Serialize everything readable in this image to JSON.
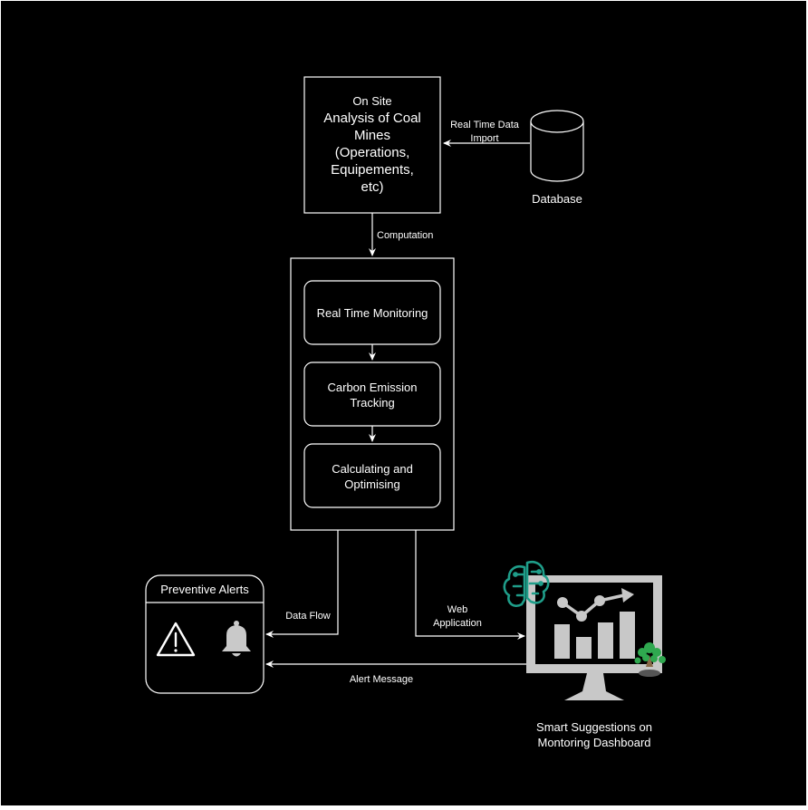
{
  "analysis_box": {
    "line1": "On Site",
    "line2": "Analysis of Coal",
    "line3": "Mines",
    "line4": "(Operations,",
    "line5": "Equipements,",
    "line6": "etc)"
  },
  "database": {
    "label": "Database"
  },
  "edges": {
    "realtime_import_line1": "Real Time Data",
    "realtime_import_line2": "Import",
    "computation": "Computation",
    "data_flow": "Data Flow",
    "web_app_line1": "Web",
    "web_app_line2": "Application",
    "alert_message": "Alert Message"
  },
  "processing": {
    "step1": "Real Time Monitoring",
    "step2_line1": "Carbon Emission",
    "step2_line2": "Tracking",
    "step3_line1": "Calculating and",
    "step3_line2": "Optimising"
  },
  "alerts": {
    "title": "Preventive Alerts"
  },
  "dashboard": {
    "label_line1": "Smart Suggestions on",
    "label_line2": "Montoring Dashboard"
  },
  "colors": {
    "background": "#000000",
    "stroke": "#ffffff",
    "monitor_gray": "#c8c8c8",
    "brain_teal": "#1f9e8a",
    "tree_green": "#2fa84f"
  }
}
